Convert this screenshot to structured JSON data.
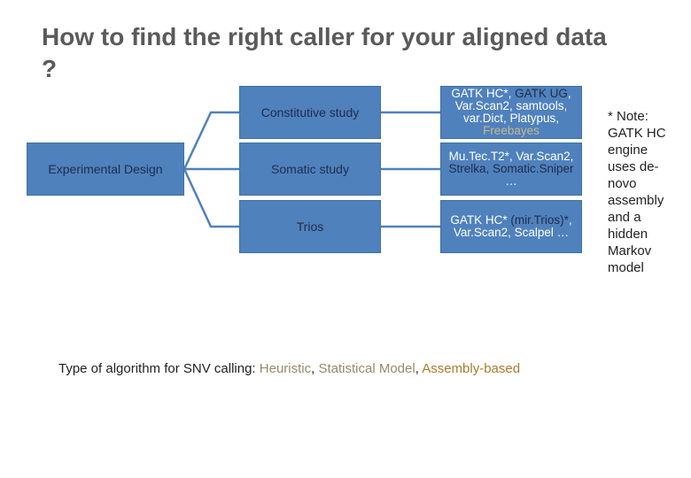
{
  "title": "How to find the right caller for your aligned data ?",
  "root": {
    "label": "Experimental Design"
  },
  "studies": [
    {
      "label": "Constitutive study"
    },
    {
      "label": "Somatic study"
    },
    {
      "label": "Trios"
    }
  ],
  "callers": [
    {
      "parts": [
        "GATK HC*",
        ", ",
        "GATK UG",
        ", ",
        "Var.Scan2, samtools, var.Dict, Platypus",
        ", ",
        "Freebayes"
      ]
    },
    {
      "parts": [
        "Mu.Tec.T2*, Var.Scan2",
        ", ",
        "Strelka, Somatic.Sniper",
        " …"
      ]
    },
    {
      "parts": [
        "GATK HC*",
        " (mir.Trios)*",
        ", ",
        "Var.Scan2, Scalpel",
        " …"
      ]
    }
  ],
  "note": "* Note: GATK HC engine uses de-novo assembly and a hidden Markov model",
  "legend": {
    "prefix": "Type of algorithm for SNV calling: ",
    "heuristic": "Heuristic",
    "sep1": ", ",
    "statistical": "Statistical Model",
    "sep2": ", ",
    "assembly": "Assembly-based"
  },
  "colors": {
    "box_fill": "#4f81bd",
    "box_text": "#1f2d4a",
    "connector": "#4f81bd",
    "heuristic": "#958a69",
    "statistical": "#958a69",
    "assembly": "#a67c2a"
  }
}
